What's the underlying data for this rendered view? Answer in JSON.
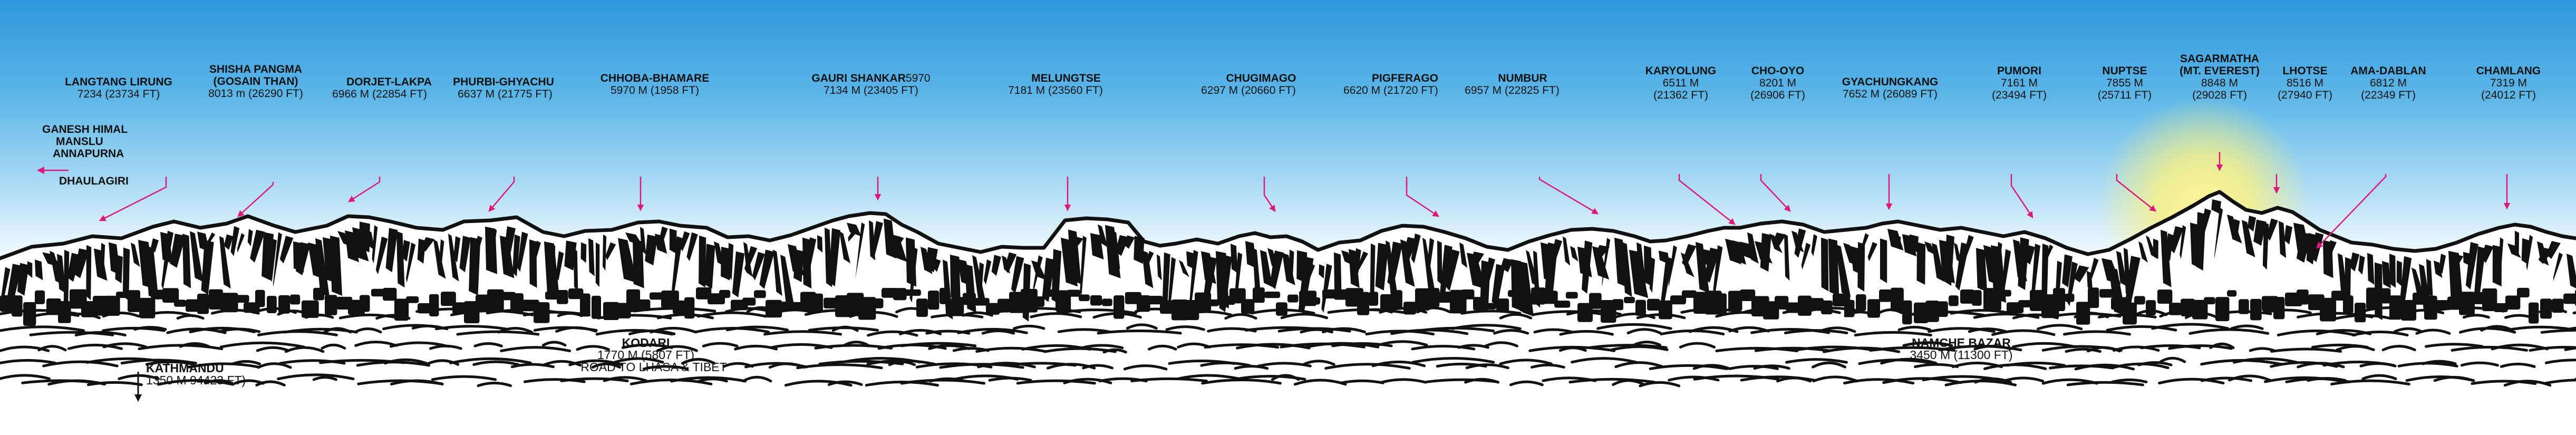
{
  "colors": {
    "sky_top": "#3a9fdc",
    "sky_bottom": "#ffffff",
    "pointer": "#e0177a",
    "ink": "#111111",
    "sun_glow": "#fff27a"
  },
  "peaks": [
    {
      "id": "langtang",
      "name": "LANGTANG LIRUNG",
      "elev": "7234 (23734 FT)"
    },
    {
      "id": "shisha",
      "name": "SHISHA PANGMA",
      "name2": "(GOSAIN THAN)",
      "elev": "8013 m (26290 FT)"
    },
    {
      "id": "dorjet",
      "name": "DORJET-LAKPA",
      "elev": "6966 M (22854 FT)"
    },
    {
      "id": "phurbi",
      "name": "PHURBI-GHYACHU",
      "elev": "6637 M (21775 FT)"
    },
    {
      "id": "chhoba",
      "name": "CHHOBA-BHAMARE",
      "elev": "5970 M (1958 FT)"
    },
    {
      "id": "gauri",
      "name": "GAURI SHANKAR",
      "name_suffix": "5970",
      "elev": "7134 M (23405 FT)"
    },
    {
      "id": "melungtse",
      "name": "MELUNGTSE",
      "elev": "7181 M (23560 FT)"
    },
    {
      "id": "chugimago",
      "name": "CHUGIMAGO",
      "elev": "6297 M (20660 FT)"
    },
    {
      "id": "pigferago",
      "name": "PIGFERAGO",
      "elev": "6620 M (21720 FT)"
    },
    {
      "id": "numbur",
      "name": "NUMBUR",
      "elev": "6957 M (22825 FT)"
    },
    {
      "id": "karyolung",
      "name": "KARYOLUNG",
      "elev": "6511 M",
      "elev2": "(21362 FT)"
    },
    {
      "id": "choyo",
      "name": "CHO-OYO",
      "elev": "8201 M",
      "elev2": "(26906 FT)"
    },
    {
      "id": "gyachung",
      "name": "GYACHUNGKANG",
      "elev": "7652 M (26089 FT)"
    },
    {
      "id": "pumori",
      "name": "PUMORI",
      "elev": "7161 M",
      "elev2": "(23494 FT)"
    },
    {
      "id": "nuptse",
      "name": "NUPTSE",
      "elev": "7855 M",
      "elev2": "(25711 FT)"
    },
    {
      "id": "sagarmatha",
      "name": "SAGARMATHA",
      "name2": "(MT. EVEREST)",
      "elev": "8848 M",
      "elev2": "(29028 FT)"
    },
    {
      "id": "lhotse",
      "name": "LHOTSE",
      "elev": "8516 M",
      "elev2": "(27940 FT)"
    },
    {
      "id": "amadablan",
      "name": "AMA-DABLAN",
      "elev": "6812 M",
      "elev2": "(22349 FT)"
    },
    {
      "id": "chamlang",
      "name": "CHAMLANG",
      "elev": "7319 M",
      "elev2": "(24012 FT)"
    }
  ],
  "west_ranges": {
    "line1": "GANESH HIMAL",
    "line2": "MANSLU",
    "line3": "ANNAPURNA",
    "line4": "DHAULAGIRI"
  },
  "places": {
    "kathmandu": {
      "name": "KATHMANDU",
      "elev": "1350 M 94423 FT)"
    },
    "kodari": {
      "name": "KODARI",
      "elev": "1770 M (5807 FT)",
      "note": "ROAD TO LHASA & TIBET"
    },
    "namche": {
      "name": "NAMCHE BAZAR",
      "elev": "3450 M (11300 FT)"
    }
  }
}
